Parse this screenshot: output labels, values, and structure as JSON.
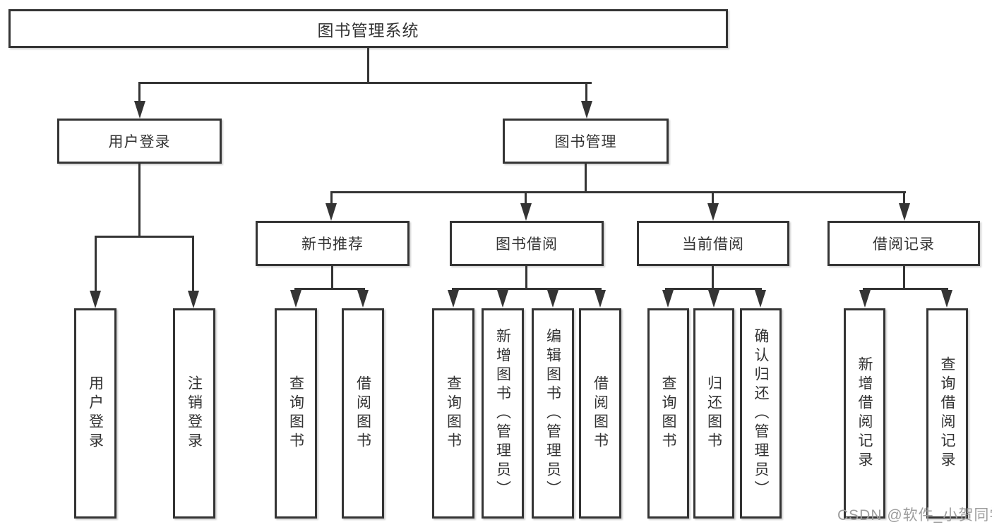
{
  "root": {
    "label": "图书管理系统"
  },
  "branches": {
    "user_login": {
      "label": "用户登录",
      "children": [
        "用户登录",
        "注销登录"
      ]
    },
    "book_mgmt": {
      "label": "图书管理",
      "sections": {
        "new_books": {
          "label": "新书推荐",
          "children": [
            "查询图书",
            "借阅图书"
          ]
        },
        "borrowing": {
          "label": "图书借阅",
          "children": [
            "查询图书",
            "新增图书（管理员）",
            "编辑图书（管理员）",
            "借阅图书"
          ]
        },
        "current": {
          "label": "当前借阅",
          "children": [
            "查询图书",
            "归还图书",
            "确认归还（管理员）"
          ]
        },
        "records": {
          "label": "借阅记录",
          "children": [
            "新增借阅记录",
            "查询借阅记录"
          ]
        }
      }
    }
  },
  "watermark": "CSDN @软件_小贺同学",
  "colors": {
    "line": "#343434",
    "text": "#333333",
    "watermark": "#9d9d9d",
    "background": "#ffffff"
  }
}
